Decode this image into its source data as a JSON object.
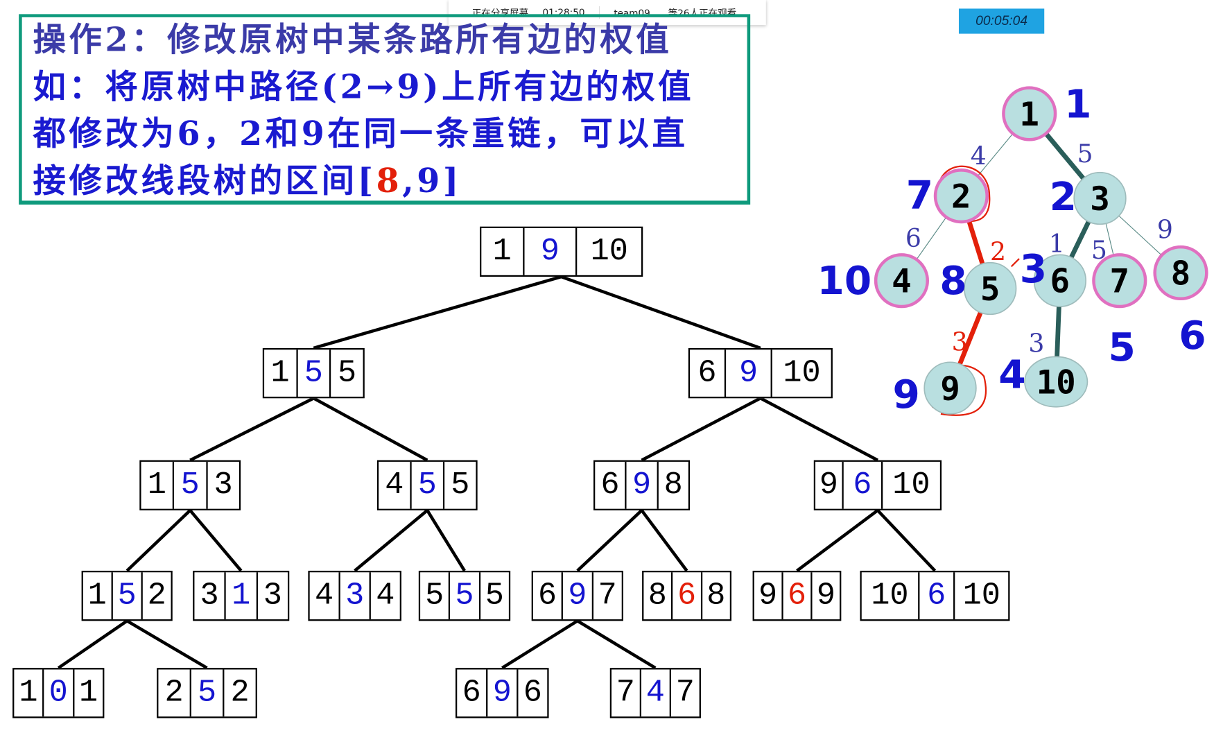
{
  "share_bar": {
    "status": "正在分享屏幕",
    "elapsed": "01:28:50",
    "viewers": "team09......等26人正在观看"
  },
  "timer": "00:05:04",
  "slide_text": {
    "line1": "操作2：修改原树中某条路所有边的权值",
    "line2": "如：将原树中路径(2→9)上所有边的权值",
    "line3": "都修改为6，2和9在同一条重链，可以直",
    "line4_prefix": "接修改线段树的区间[",
    "line4_red": "8",
    "line4_suffix": ",9]"
  },
  "colors": {
    "accent_blue": "#1414d0",
    "highlight_red": "#e3200a",
    "border_green": "#0e9a7c",
    "node_fill": "#b9dfe0",
    "node_ring": "#e070c0",
    "heavy_edge": "#2a5e5a"
  },
  "segment_tree": [
    {
      "cells": [
        "1",
        "9",
        "10"
      ],
      "parent": null,
      "highlight": false
    },
    {
      "cells": [
        "1",
        "5",
        "5"
      ],
      "parent": 0,
      "highlight": false
    },
    {
      "cells": [
        "6",
        "9",
        "10"
      ],
      "parent": 0,
      "highlight": false
    },
    {
      "cells": [
        "1",
        "5",
        "3"
      ],
      "parent": 1,
      "highlight": false
    },
    {
      "cells": [
        "4",
        "5",
        "5"
      ],
      "parent": 1,
      "highlight": false
    },
    {
      "cells": [
        "6",
        "9",
        "8"
      ],
      "parent": 2,
      "highlight": false
    },
    {
      "cells": [
        "9",
        "6",
        "10"
      ],
      "parent": 2,
      "highlight": false
    },
    {
      "cells": [
        "1",
        "5",
        "2"
      ],
      "parent": 3,
      "highlight": false
    },
    {
      "cells": [
        "3",
        "1",
        "3"
      ],
      "parent": 3,
      "highlight": false
    },
    {
      "cells": [
        "4",
        "3",
        "4"
      ],
      "parent": 4,
      "highlight": false
    },
    {
      "cells": [
        "5",
        "5",
        "5"
      ],
      "parent": 4,
      "highlight": false
    },
    {
      "cells": [
        "6",
        "9",
        "7"
      ],
      "parent": 5,
      "highlight": false
    },
    {
      "cells": [
        "8",
        "6",
        "8"
      ],
      "parent": 5,
      "highlight": true
    },
    {
      "cells": [
        "9",
        "6",
        "9"
      ],
      "parent": 6,
      "highlight": true
    },
    {
      "cells": [
        "10",
        "6",
        "10"
      ],
      "parent": 6,
      "highlight": false
    },
    {
      "cells": [
        "1",
        "0",
        "1"
      ],
      "parent": 7,
      "highlight": false
    },
    {
      "cells": [
        "2",
        "5",
        "2"
      ],
      "parent": 7,
      "highlight": false
    },
    {
      "cells": [
        "6",
        "9",
        "6"
      ],
      "parent": 11,
      "highlight": false
    },
    {
      "cells": [
        "7",
        "4",
        "7"
      ],
      "parent": 11,
      "highlight": false
    }
  ],
  "original_tree": {
    "nodes": [
      {
        "id": "1",
        "dfn": "1",
        "leaf": true
      },
      {
        "id": "2",
        "dfn": "7",
        "leaf": true
      },
      {
        "id": "3",
        "dfn": "2",
        "leaf": false
      },
      {
        "id": "4",
        "dfn": "10",
        "leaf": true
      },
      {
        "id": "5",
        "dfn": "8",
        "leaf": false
      },
      {
        "id": "6",
        "dfn": "3",
        "leaf": false
      },
      {
        "id": "7",
        "dfn": "5",
        "leaf": true
      },
      {
        "id": "8",
        "dfn": "6",
        "leaf": true
      },
      {
        "id": "9",
        "dfn": "9",
        "leaf": false
      },
      {
        "id": "10",
        "dfn": "4",
        "leaf": false
      }
    ],
    "edges": [
      {
        "from": "1",
        "to": "2",
        "weight": "4",
        "type": "light"
      },
      {
        "from": "1",
        "to": "3",
        "weight": "5",
        "type": "heavy"
      },
      {
        "from": "2",
        "to": "4",
        "weight": "6",
        "type": "light"
      },
      {
        "from": "2",
        "to": "5",
        "weight": "2",
        "type": "path"
      },
      {
        "from": "3",
        "to": "6",
        "weight": "1",
        "type": "heavy"
      },
      {
        "from": "3",
        "to": "7",
        "weight": "5",
        "type": "light"
      },
      {
        "from": "3",
        "to": "8",
        "weight": "9",
        "type": "light"
      },
      {
        "from": "5",
        "to": "9",
        "weight": "3",
        "type": "path"
      },
      {
        "from": "6",
        "to": "10",
        "weight": "3",
        "type": "heavy"
      }
    ]
  }
}
